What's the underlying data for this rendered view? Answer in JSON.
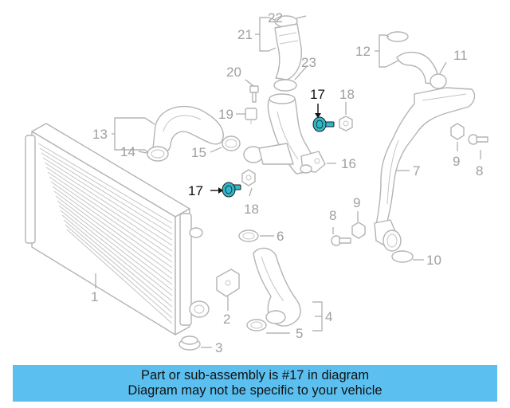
{
  "colors": {
    "banner_background": "#5bc0f0",
    "highlight_part": "#2fb8cc",
    "line_art": "#b4b4b4",
    "callout_text": "#a0a0a0",
    "highlight_text": "#111111"
  },
  "callouts": {
    "c1": "1",
    "c2": "2",
    "c3": "3",
    "c4": "4",
    "c5": "5",
    "c6": "6",
    "c7": "7",
    "c8a": "8",
    "c8b": "8",
    "c9a": "9",
    "c9b": "9",
    "c10": "10",
    "c11": "11",
    "c12": "12",
    "c13": "13",
    "c14": "14",
    "c15": "15",
    "c16": "16",
    "c17a": "17",
    "c17b": "17",
    "c18a": "18",
    "c18b": "18",
    "c19": "19",
    "c20": "20",
    "c21": "21",
    "c22": "22",
    "c23": "23"
  },
  "banner": {
    "line1": "Part or sub-assembly is #17 in diagram",
    "line2": "Diagram may not be specific to your vehicle"
  }
}
